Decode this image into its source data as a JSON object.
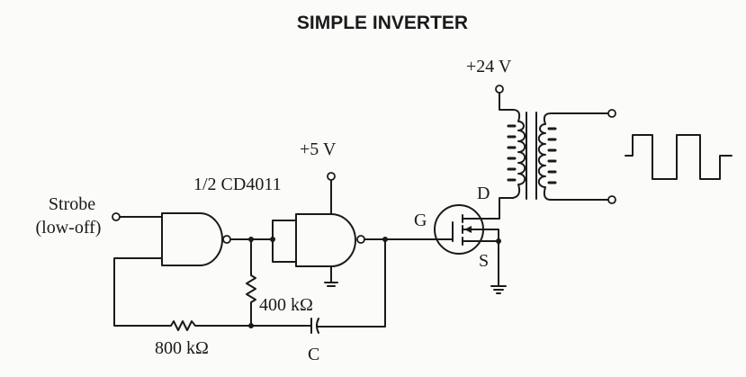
{
  "title": "SIMPLE INVERTER",
  "labels": {
    "supply_high": "+24 V",
    "supply_logic": "+5 V",
    "gate_ic": "1/2 CD4011",
    "input_name": "Strobe",
    "input_note": "(low-off)",
    "r1": "400 kΩ",
    "r2": "800 kΩ",
    "capacitor": "C",
    "mosfet_gate": "G",
    "mosfet_drain": "D",
    "mosfet_source": "S"
  }
}
